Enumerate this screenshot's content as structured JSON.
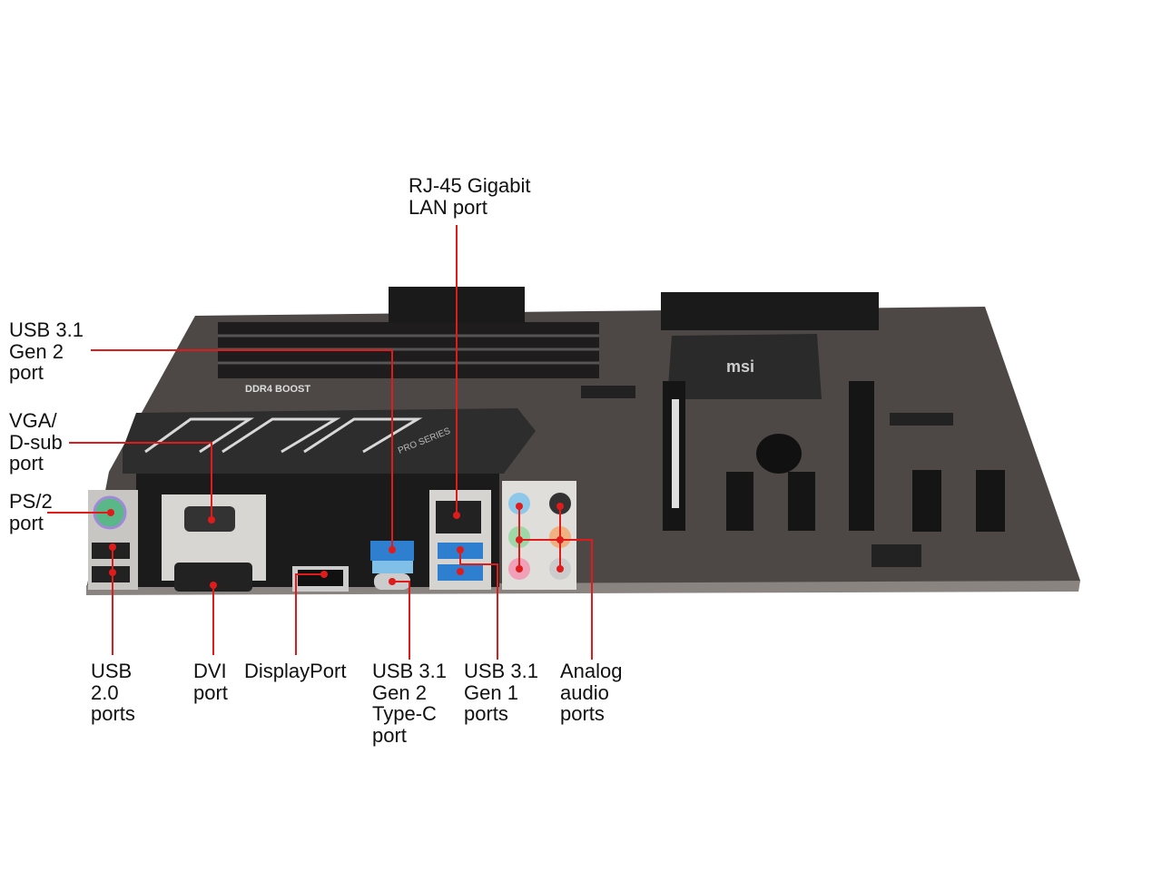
{
  "labels": {
    "rj45": "RJ-45 Gigabit\nLAN port",
    "usb31_gen2": "USB 3.1\nGen 2\nport",
    "vga": "VGA/\nD-sub\nport",
    "ps2": "PS/2\nport",
    "usb20": "USB\n2.0\nports",
    "dvi": "DVI\nport",
    "displayport": "DisplayPort",
    "usb31_gen2_typec": "USB 3.1\nGen 2\nType-C\nport",
    "usb31_gen1": "USB 3.1\nGen 1\nports",
    "audio": "Analog\naudio\nports"
  },
  "board_markings": {
    "heatsink": "PRO SERIES",
    "brand": "msi",
    "memory": "DDR4 BOOST"
  },
  "colors": {
    "callout": "#e01b1b",
    "board": "#4a4542",
    "audio_blue": "#8ec8e8",
    "audio_green": "#9fd8a8",
    "audio_pink": "#f0a0b8",
    "audio_orange": "#f0b080",
    "usb3_blue": "#2f7fd0"
  }
}
